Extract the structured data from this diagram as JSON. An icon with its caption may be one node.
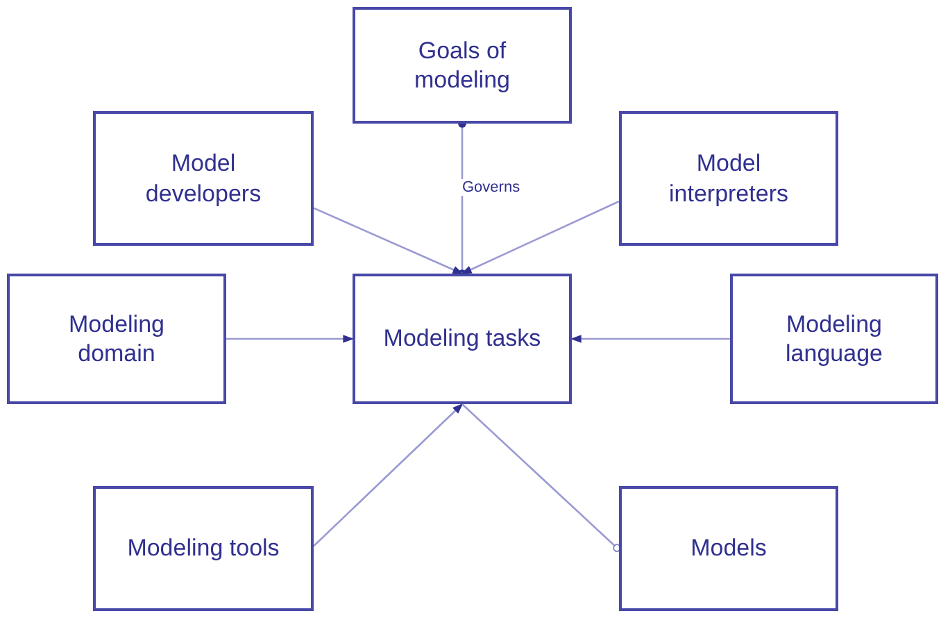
{
  "diagram": {
    "nodes": [
      {
        "text": [
          "Goals of modeling"
        ]
      },
      {
        "text": [
          "Model developers"
        ]
      },
      {
        "text": [
          "Model interpreters"
        ]
      },
      {
        "text": [
          "Modeling domain"
        ]
      },
      {
        "text": [
          "Modeling tasks"
        ]
      },
      {
        "text": [
          "Modeling language"
        ]
      },
      {
        "text": [
          "Modeling tools"
        ]
      },
      {
        "text": [
          "Models"
        ]
      }
    ],
    "edges": [
      {
        "from": 0,
        "to": 4,
        "arrow": "other",
        "label": "Governs"
      },
      {
        "from": 1,
        "to": 4,
        "arrow": "to"
      },
      {
        "from": 2,
        "to": 4,
        "arrow": "to"
      },
      {
        "from": 3,
        "to": 4,
        "arrow": "to"
      },
      {
        "from": 5,
        "to": 4,
        "arrow": "to"
      },
      {
        "from": 6,
        "to": 4,
        "arrow": "to"
      },
      {
        "from": 4,
        "to": 7,
        "arrow": "other"
      }
    ]
  }
}
